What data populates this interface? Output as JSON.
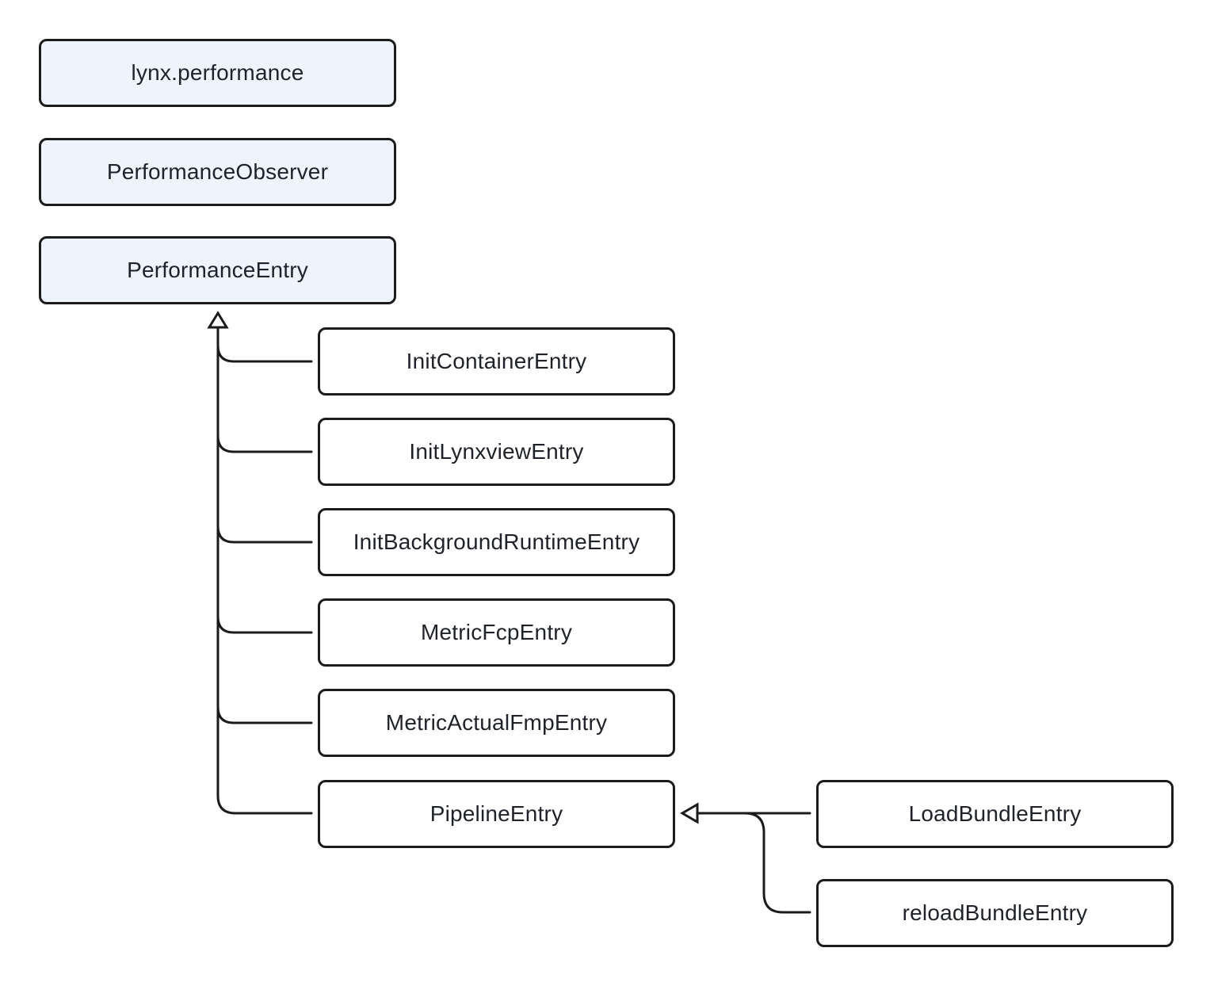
{
  "diagram": {
    "nodes": {
      "lynx_performance": "lynx.performance",
      "performance_observer": "PerformanceObserver",
      "performance_entry": "PerformanceEntry",
      "init_container_entry": "InitContainerEntry",
      "init_lynxview_entry": "InitLynxviewEntry",
      "init_background_runtime_entry": "InitBackgroundRuntimeEntry",
      "metric_fcp_entry": "MetricFcpEntry",
      "metric_actual_fmp_entry": "MetricActualFmpEntry",
      "pipeline_entry": "PipelineEntry",
      "load_bundle_entry": "LoadBundleEntry",
      "reload_bundle_entry": "reloadBundleEntry"
    },
    "inheritance": [
      {
        "child": "InitContainerEntry",
        "parent": "PerformanceEntry"
      },
      {
        "child": "InitLynxviewEntry",
        "parent": "PerformanceEntry"
      },
      {
        "child": "InitBackgroundRuntimeEntry",
        "parent": "PerformanceEntry"
      },
      {
        "child": "MetricFcpEntry",
        "parent": "PerformanceEntry"
      },
      {
        "child": "MetricActualFmpEntry",
        "parent": "PerformanceEntry"
      },
      {
        "child": "PipelineEntry",
        "parent": "PerformanceEntry"
      },
      {
        "child": "LoadBundleEntry",
        "parent": "PipelineEntry"
      },
      {
        "child": "reloadBundleEntry",
        "parent": "PipelineEntry"
      }
    ],
    "colors": {
      "api_fill": "#eef3fd",
      "class_fill": "#ffffff",
      "stroke": "#1b1b1b",
      "text": "#1f2329"
    }
  }
}
